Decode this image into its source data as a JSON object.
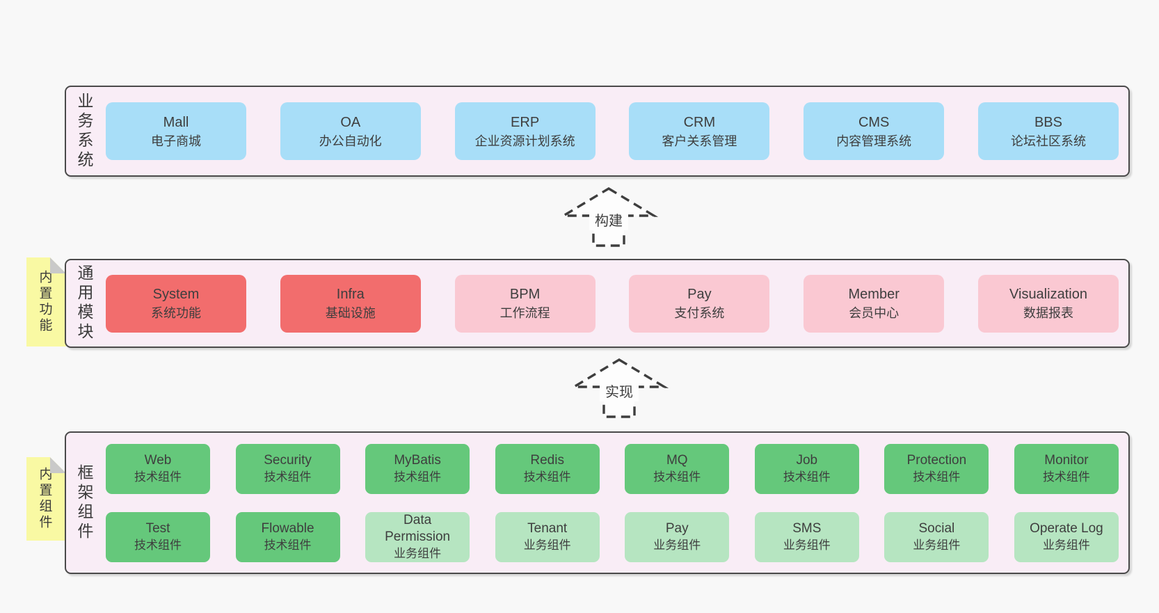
{
  "palette": {
    "page_bg": "#F8F8F8",
    "panel_bg": "#F9EDF6",
    "panel_border": "#4A4A4A",
    "blue": "#A8DEF8",
    "red": "#F26D6D",
    "pink": "#FAC8D2",
    "green": "#65C87B",
    "lightgreen": "#B6E5C1",
    "note_bg": "#F9F9A3",
    "note_fold": "#C9C9C9",
    "text": "#3E3E3E"
  },
  "arrows": [
    {
      "label": "构建"
    },
    {
      "label": "实现"
    }
  ],
  "layers": [
    {
      "id": "business",
      "label": "业务系统",
      "boxes": [
        {
          "title": "Mall",
          "subtitle": "电子商城",
          "type": "blue"
        },
        {
          "title": "OA",
          "subtitle": "办公自动化",
          "type": "blue"
        },
        {
          "title": "ERP",
          "subtitle": "企业资源计划系统",
          "type": "blue"
        },
        {
          "title": "CRM",
          "subtitle": "客户关系管理",
          "type": "blue"
        },
        {
          "title": "CMS",
          "subtitle": "内容管理系统",
          "type": "blue"
        },
        {
          "title": "BBS",
          "subtitle": "论坛社区系统",
          "type": "blue"
        }
      ]
    },
    {
      "id": "modules",
      "label": "通用模块",
      "note": "内置功能",
      "boxes": [
        {
          "title": "System",
          "subtitle": "系统功能",
          "type": "red"
        },
        {
          "title": "Infra",
          "subtitle": "基础设施",
          "type": "red"
        },
        {
          "title": "BPM",
          "subtitle": "工作流程",
          "type": "pink"
        },
        {
          "title": "Pay",
          "subtitle": "支付系统",
          "type": "pink"
        },
        {
          "title": "Member",
          "subtitle": "会员中心",
          "type": "pink"
        },
        {
          "title": "Visualization",
          "subtitle": "数据报表",
          "type": "pink"
        }
      ]
    },
    {
      "id": "components",
      "label": "框架组件",
      "note": "内置组件",
      "rows": [
        [
          {
            "title": "Web",
            "subtitle": "技术组件",
            "type": "green"
          },
          {
            "title": "Security",
            "subtitle": "技术组件",
            "type": "green"
          },
          {
            "title": "MyBatis",
            "subtitle": "技术组件",
            "type": "green"
          },
          {
            "title": "Redis",
            "subtitle": "技术组件",
            "type": "green"
          },
          {
            "title": "MQ",
            "subtitle": "技术组件",
            "type": "green"
          },
          {
            "title": "Job",
            "subtitle": "技术组件",
            "type": "green"
          },
          {
            "title": "Protection",
            "subtitle": "技术组件",
            "type": "green"
          },
          {
            "title": "Monitor",
            "subtitle": "技术组件",
            "type": "green"
          }
        ],
        [
          {
            "title": "Test",
            "subtitle": "技术组件",
            "type": "green"
          },
          {
            "title": "Flowable",
            "subtitle": "技术组件",
            "type": "green"
          },
          {
            "title": "Data Permission",
            "subtitle": "业务组件",
            "type": "lightgreen"
          },
          {
            "title": "Tenant",
            "subtitle": "业务组件",
            "type": "lightgreen"
          },
          {
            "title": "Pay",
            "subtitle": "业务组件",
            "type": "lightgreen"
          },
          {
            "title": "SMS",
            "subtitle": "业务组件",
            "type": "lightgreen"
          },
          {
            "title": "Social",
            "subtitle": "业务组件",
            "type": "lightgreen"
          },
          {
            "title": "Operate Log",
            "subtitle": "业务组件",
            "type": "lightgreen"
          }
        ]
      ]
    }
  ]
}
